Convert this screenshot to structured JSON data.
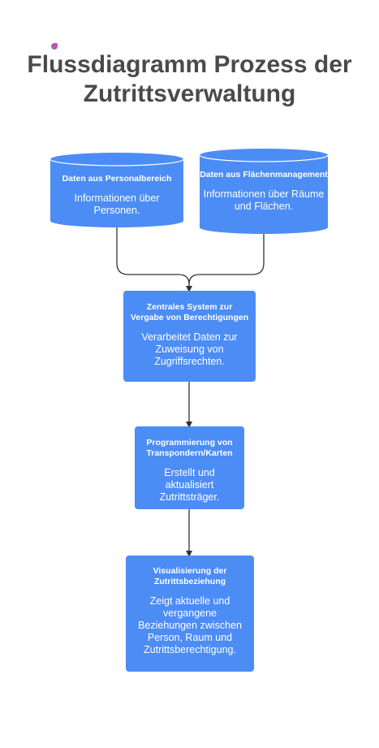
{
  "logo": {
    "text": "[logo]"
  },
  "title": {
    "line1": "Flussdiagramm Prozess der",
    "line2": "Zutrittsverwaltung"
  },
  "colors": {
    "box_fill": "#4c8cf5",
    "title_text": "#4a4a4a",
    "connector": "#333333"
  },
  "nodes": {
    "personal": {
      "heading": "Daten aus Personalbereich",
      "body": "Informationen über Personen."
    },
    "flaechen": {
      "heading": "Daten aus Flächenmanagement",
      "body": "Informationen über Räume und Flächen."
    },
    "system": {
      "heading": "Zentrales System zur Vergabe von Berechtigungen",
      "body": "Verarbeitet Daten zur Zuweisung von Zugriffsrechten."
    },
    "programmierung": {
      "heading": "Programmierung von Transpondern/Karten",
      "body": "Erstellt und aktualisiert Zutrittsträger."
    },
    "visualisierung": {
      "heading": "Visualisierung der Zutrittsbeziehung",
      "body": "Zeigt aktuelle und vergangene Beziehungen zwischen Person, Raum und Zutrittsberechtigung."
    }
  }
}
